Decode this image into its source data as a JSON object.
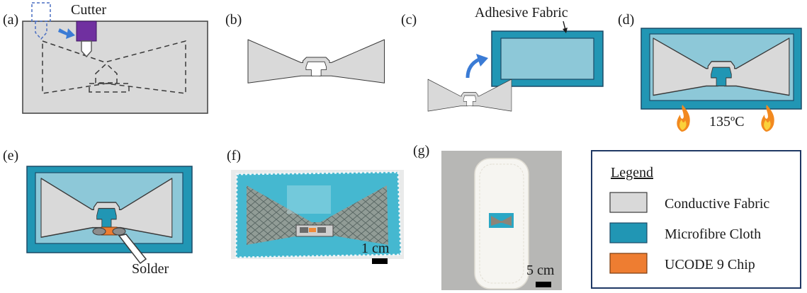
{
  "panels": {
    "a": {
      "label": "(a)",
      "cutter_label": "Cutter"
    },
    "b": {
      "label": "(b)"
    },
    "c": {
      "label": "(c)",
      "adhesive_label": "Adhesive Fabric"
    },
    "d": {
      "label": "(d)",
      "temperature_label": "135ºC"
    },
    "e": {
      "label": "(e)",
      "solder_label": "Solder"
    },
    "f": {
      "label": "(f)",
      "scale_label": "1 cm"
    },
    "g": {
      "label": "(g)",
      "scale_label": "5 cm"
    }
  },
  "legend": {
    "title": "Legend",
    "items": [
      {
        "label": "Conductive Fabric",
        "color": "#d9d9d9"
      },
      {
        "label": "Microfibre Cloth",
        "color": "#2196b4"
      },
      {
        "label": "UCODE 9 Chip",
        "color": "#ee7d31"
      }
    ]
  },
  "colors": {
    "conductive_fabric": "#d9d9d9",
    "microfibre_cloth": "#2196b4",
    "microfibre_light": "#8dc8d8",
    "chip": "#ee7d31",
    "cutter": "#7030a0",
    "arrow": "#3a7bd5",
    "legend_border": "#1f3864"
  }
}
